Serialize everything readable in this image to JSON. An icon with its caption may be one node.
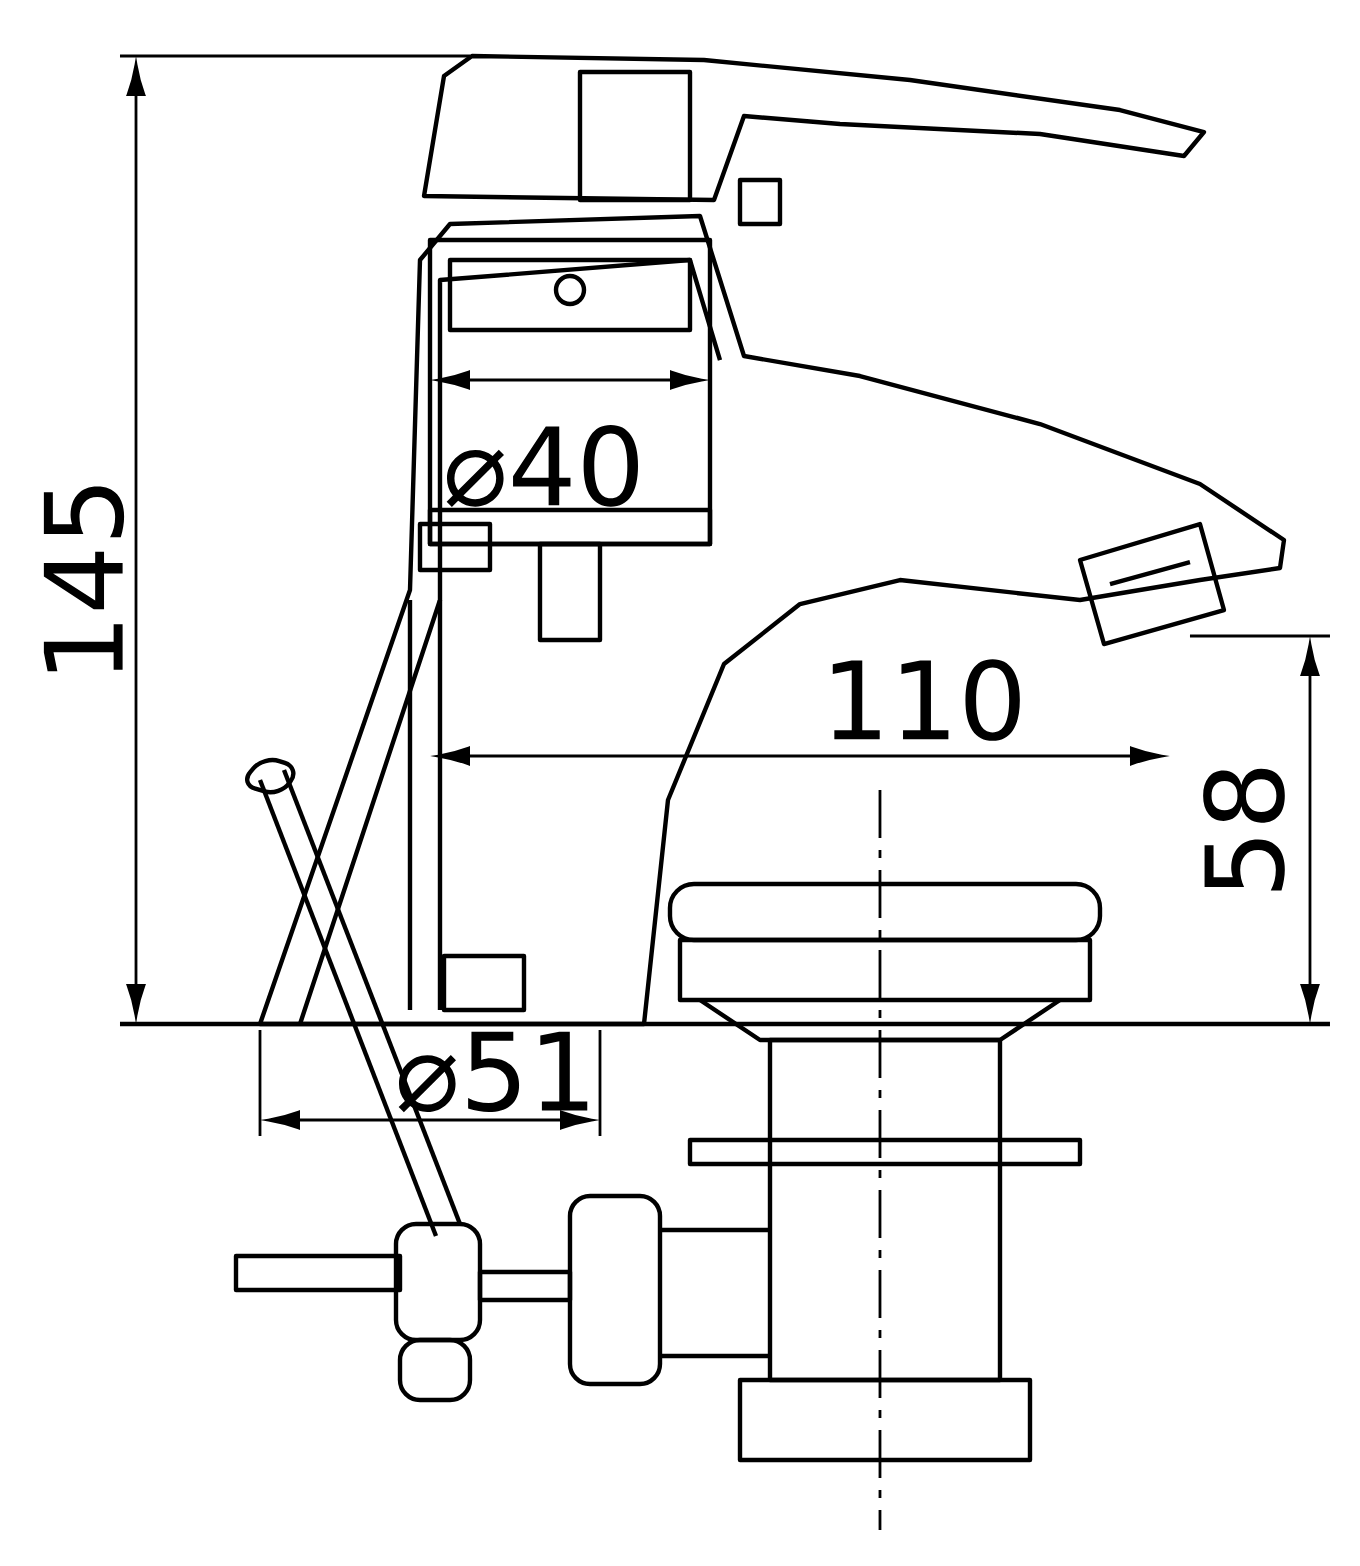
{
  "diagram": {
    "labels": [
      "145",
      "⌀40",
      "110",
      "58",
      "⌀51"
    ]
  }
}
